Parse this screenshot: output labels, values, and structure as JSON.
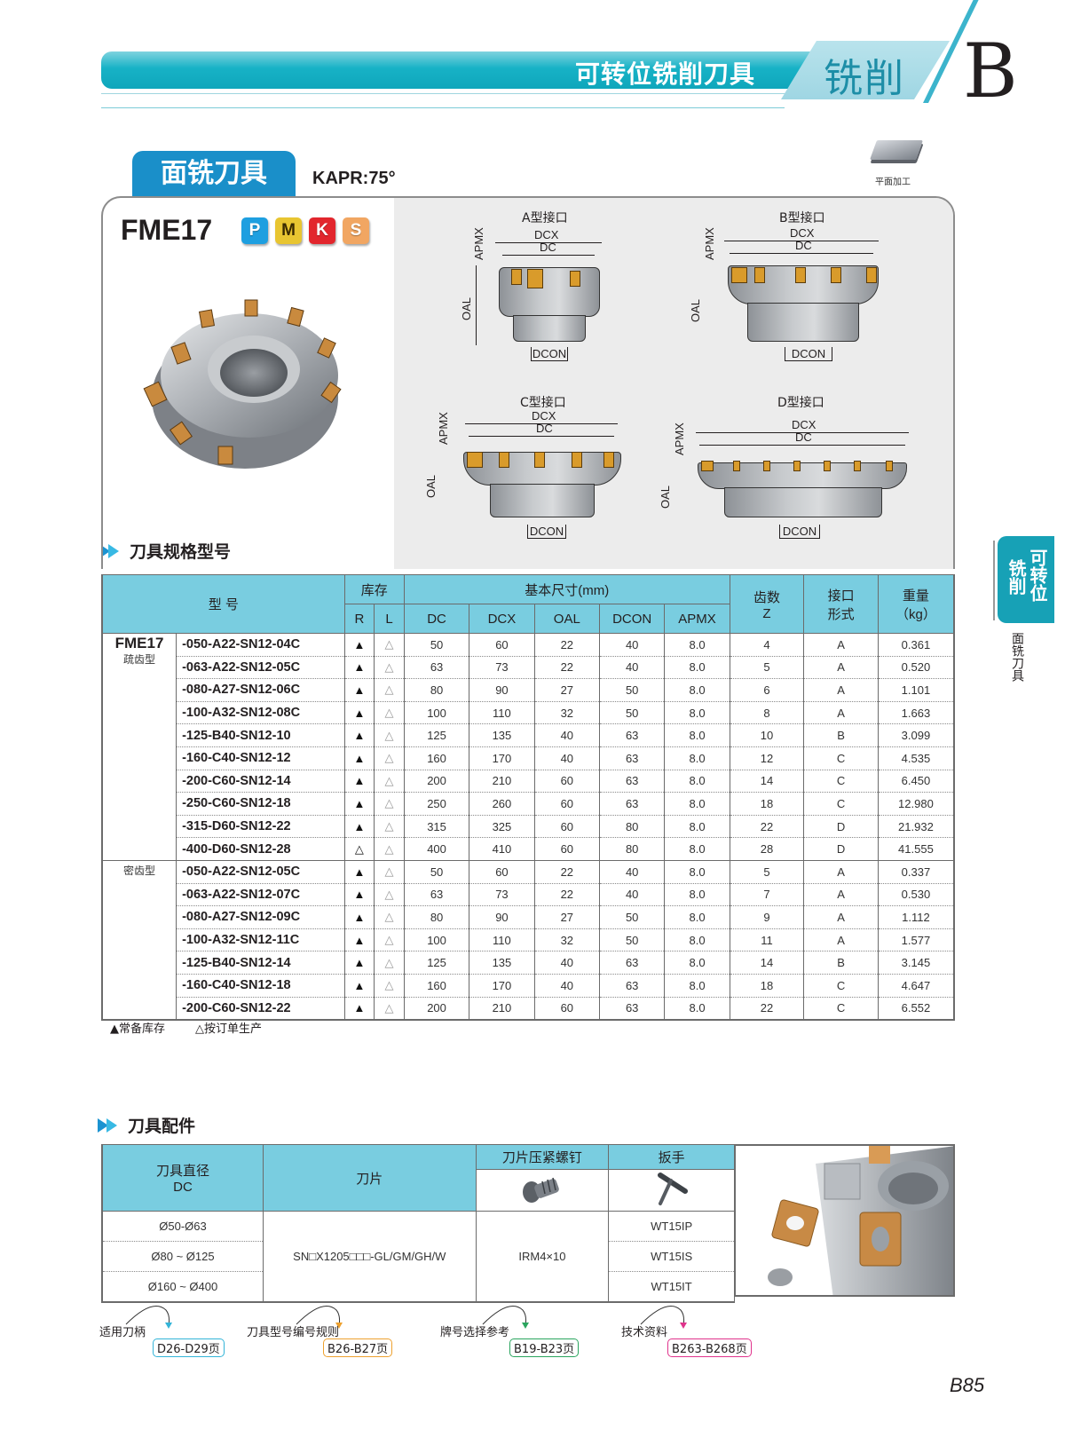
{
  "header": {
    "title": "可转位铣削刀具",
    "category": "铣削",
    "section_letter": "B"
  },
  "section": {
    "tab_label": "面铣刀具",
    "kapr": "KAPR:75°",
    "application_icon_label": "平面加工"
  },
  "product": {
    "model": "FME17",
    "material_badges": [
      {
        "label": "P",
        "color": "#1e9fe0"
      },
      {
        "label": "M",
        "color": "#e8c531"
      },
      {
        "label": "K",
        "color": "#e2262d"
      },
      {
        "label": "S",
        "color": "#f1a662"
      }
    ]
  },
  "diagrams": [
    {
      "title": "A型接口",
      "labels": {
        "dcx": "DCX",
        "dc": "DC",
        "apmx": "APMX",
        "oal": "OAL",
        "dcon": "DCON"
      }
    },
    {
      "title": "B型接口",
      "labels": {
        "dcx": "DCX",
        "dc": "DC",
        "apmx": "APMX",
        "oal": "OAL",
        "dcon": "DCON"
      }
    },
    {
      "title": "C型接口",
      "labels": {
        "dcx": "DCX",
        "dc": "DC",
        "apmx": "APMX",
        "oal": "OAL",
        "dcon": "DCON"
      }
    },
    {
      "title": "D型接口",
      "labels": {
        "dcx": "DCX",
        "dc": "DC",
        "apmx": "APMX",
        "oal": "OAL",
        "dcon": "DCON"
      }
    }
  ],
  "spec_section_title": "刀具规格型号",
  "spec_table": {
    "headers": {
      "model": "型  号",
      "stock": "库存",
      "stock_r": "R",
      "stock_l": "L",
      "dims": "基本尺寸(mm)",
      "dc": "DC",
      "dcx": "DCX",
      "oal": "OAL",
      "dcon": "DCON",
      "apmx": "APMX",
      "teeth_l1": "齿数",
      "teeth_l2": "Z",
      "iface_l1": "接口",
      "iface_l2": "形式",
      "weight_l1": "重量",
      "weight_l2": "（kg）"
    },
    "groups": [
      {
        "series": "FME17",
        "type": "疏齿型",
        "rows": [
          {
            "code": "-050-A22-SN12-04C",
            "r": "▲",
            "l": "△",
            "dc": "50",
            "dcx": "60",
            "oal": "22",
            "dcon": "40",
            "apmx": "8.0",
            "z": "4",
            "iface": "A",
            "weight": "0.361"
          },
          {
            "code": "-063-A22-SN12-05C",
            "r": "▲",
            "l": "△",
            "dc": "63",
            "dcx": "73",
            "oal": "22",
            "dcon": "40",
            "apmx": "8.0",
            "z": "5",
            "iface": "A",
            "weight": "0.520"
          },
          {
            "code": "-080-A27-SN12-06C",
            "r": "▲",
            "l": "△",
            "dc": "80",
            "dcx": "90",
            "oal": "27",
            "dcon": "50",
            "apmx": "8.0",
            "z": "6",
            "iface": "A",
            "weight": "1.101"
          },
          {
            "code": "-100-A32-SN12-08C",
            "r": "▲",
            "l": "△",
            "dc": "100",
            "dcx": "110",
            "oal": "32",
            "dcon": "50",
            "apmx": "8.0",
            "z": "8",
            "iface": "A",
            "weight": "1.663"
          },
          {
            "code": "-125-B40-SN12-10",
            "r": "▲",
            "l": "△",
            "dc": "125",
            "dcx": "135",
            "oal": "40",
            "dcon": "63",
            "apmx": "8.0",
            "z": "10",
            "iface": "B",
            "weight": "3.099"
          },
          {
            "code": "-160-C40-SN12-12",
            "r": "▲",
            "l": "△",
            "dc": "160",
            "dcx": "170",
            "oal": "40",
            "dcon": "63",
            "apmx": "8.0",
            "z": "12",
            "iface": "C",
            "weight": "4.535"
          },
          {
            "code": "-200-C60-SN12-14",
            "r": "▲",
            "l": "△",
            "dc": "200",
            "dcx": "210",
            "oal": "60",
            "dcon": "63",
            "apmx": "8.0",
            "z": "14",
            "iface": "C",
            "weight": "6.450"
          },
          {
            "code": "-250-C60-SN12-18",
            "r": "▲",
            "l": "△",
            "dc": "250",
            "dcx": "260",
            "oal": "60",
            "dcon": "63",
            "apmx": "8.0",
            "z": "18",
            "iface": "C",
            "weight": "12.980"
          },
          {
            "code": "-315-D60-SN12-22",
            "r": "▲",
            "l": "△",
            "dc": "315",
            "dcx": "325",
            "oal": "60",
            "dcon": "80",
            "apmx": "8.0",
            "z": "22",
            "iface": "D",
            "weight": "21.932"
          },
          {
            "code": "-400-D60-SN12-28",
            "r": "△",
            "l": "△",
            "dc": "400",
            "dcx": "410",
            "oal": "60",
            "dcon": "80",
            "apmx": "8.0",
            "z": "28",
            "iface": "D",
            "weight": "41.555"
          }
        ]
      },
      {
        "series": "",
        "type": "密齿型",
        "rows": [
          {
            "code": "-050-A22-SN12-05C",
            "r": "▲",
            "l": "△",
            "dc": "50",
            "dcx": "60",
            "oal": "22",
            "dcon": "40",
            "apmx": "8.0",
            "z": "5",
            "iface": "A",
            "weight": "0.337"
          },
          {
            "code": "-063-A22-SN12-07C",
            "r": "▲",
            "l": "△",
            "dc": "63",
            "dcx": "73",
            "oal": "22",
            "dcon": "40",
            "apmx": "8.0",
            "z": "7",
            "iface": "A",
            "weight": "0.530"
          },
          {
            "code": "-080-A27-SN12-09C",
            "r": "▲",
            "l": "△",
            "dc": "80",
            "dcx": "90",
            "oal": "27",
            "dcon": "50",
            "apmx": "8.0",
            "z": "9",
            "iface": "A",
            "weight": "1.112"
          },
          {
            "code": "-100-A32-SN12-11C",
            "r": "▲",
            "l": "△",
            "dc": "100",
            "dcx": "110",
            "oal": "32",
            "dcon": "50",
            "apmx": "8.0",
            "z": "11",
            "iface": "A",
            "weight": "1.577"
          },
          {
            "code": "-125-B40-SN12-14",
            "r": "▲",
            "l": "△",
            "dc": "125",
            "dcx": "135",
            "oal": "40",
            "dcon": "63",
            "apmx": "8.0",
            "z": "14",
            "iface": "B",
            "weight": "3.145"
          },
          {
            "code": "-160-C40-SN12-18",
            "r": "▲",
            "l": "△",
            "dc": "160",
            "dcx": "170",
            "oal": "40",
            "dcon": "63",
            "apmx": "8.0",
            "z": "18",
            "iface": "C",
            "weight": "4.647"
          },
          {
            "code": "-200-C60-SN12-22",
            "r": "▲",
            "l": "△",
            "dc": "200",
            "dcx": "210",
            "oal": "60",
            "dcon": "63",
            "apmx": "8.0",
            "z": "22",
            "iface": "C",
            "weight": "6.552"
          }
        ]
      }
    ]
  },
  "legend": {
    "stocked": "▲常备库存",
    "made_to_order": "△按订单生产"
  },
  "accessories_section_title": "刀具配件",
  "accessories_table": {
    "headers": {
      "diameter_l1": "刀具直径",
      "diameter_l2": "DC",
      "insert": "刀片",
      "screw": "刀片压紧螺钉",
      "wrench": "扳手"
    },
    "insert_value": "SN□X1205□□□-GL/GM/GH/W",
    "screw_value": "IRM4×10",
    "rows": [
      {
        "diameter": "Ø50-Ø63",
        "wrench": "WT15IP"
      },
      {
        "diameter": "Ø80 ~ Ø125",
        "wrench": "WT15IS"
      },
      {
        "diameter": "Ø160 ~ Ø400",
        "wrench": "WT15IT"
      }
    ]
  },
  "side_tab": {
    "col1": "可转位",
    "col2": "铣削",
    "sub": "面铣刀具"
  },
  "references": [
    {
      "label": "适用刀柄",
      "pages": "D26-D29页",
      "color": "#33b4d8"
    },
    {
      "label": "刀具型号编号规则",
      "pages": "B26-B27页",
      "color": "#eea12f"
    },
    {
      "label": "牌号选择参考",
      "pages": "B19-B23页",
      "color": "#2aa55e"
    },
    {
      "label": "技术资料",
      "pages": "B263-B268页",
      "color": "#e0338c"
    }
  ],
  "page_number": "B85"
}
